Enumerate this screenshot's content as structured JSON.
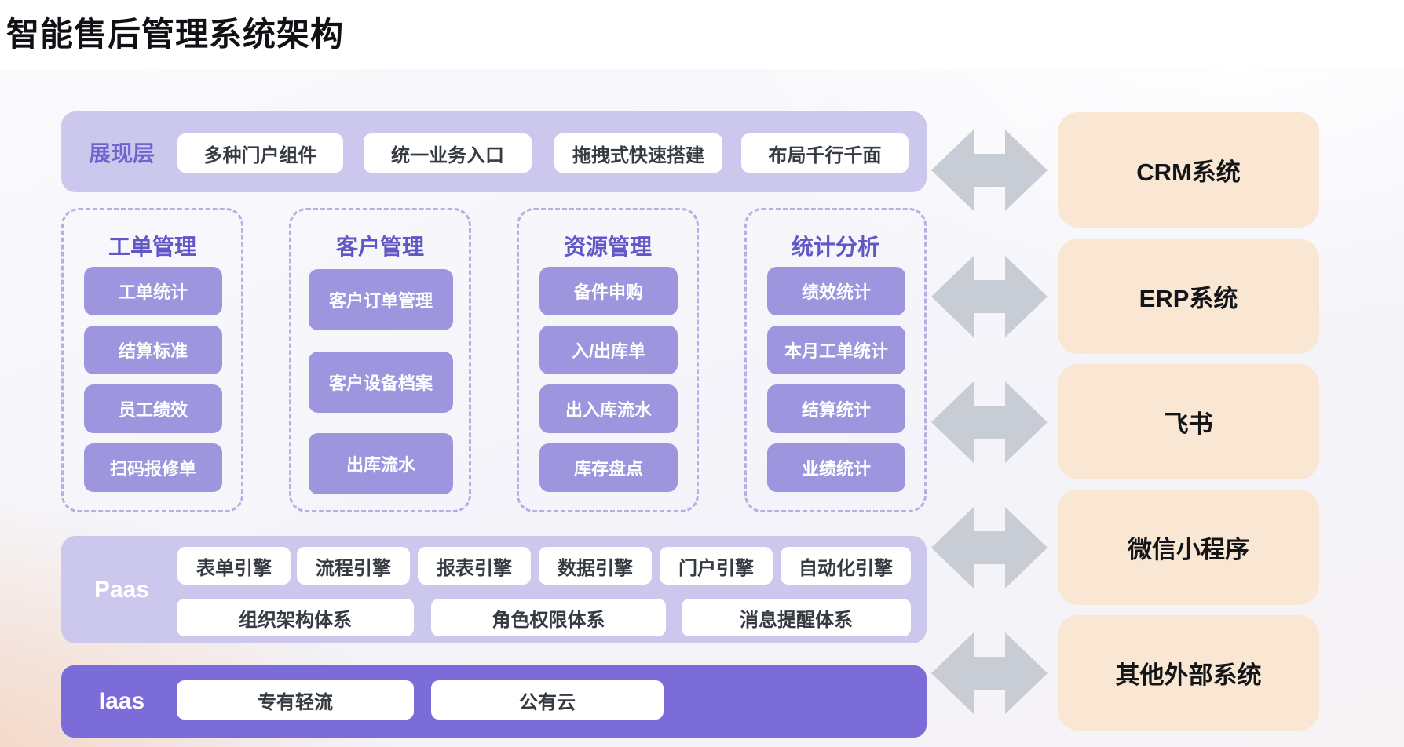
{
  "page": {
    "title": "智能售后管理系统架构"
  },
  "presentation_layer": {
    "label": "展现层",
    "items": [
      "多种门户组件",
      "统一业务入口",
      "拖拽式快速搭建",
      "布局千行千面"
    ]
  },
  "modules": [
    {
      "title": "工单管理",
      "items": [
        "工单统计",
        "结算标准",
        "员工绩效",
        "扫码报修单"
      ]
    },
    {
      "title": "客户管理",
      "items": [
        "客户订单管理",
        "客户设备档案",
        "出库流水"
      ]
    },
    {
      "title": "资源管理",
      "items": [
        "备件申购",
        "入/出库单",
        "出入库流水",
        "库存盘点"
      ]
    },
    {
      "title": "统计分析",
      "items": [
        "绩效统计",
        "本月工单统计",
        "结算统计",
        "业绩统计"
      ]
    }
  ],
  "paas_layer": {
    "label": "Paas",
    "engines": [
      "表单引擎",
      "流程引擎",
      "报表引擎",
      "数据引擎",
      "门户引擎",
      "自动化引擎"
    ],
    "systems": [
      "组织架构体系",
      "角色权限体系",
      "消息提醒体系"
    ]
  },
  "iaas_layer": {
    "label": "Iaas",
    "items": [
      "专有轻流",
      "公有云"
    ]
  },
  "external_systems": [
    "CRM系统",
    "ERP系统",
    "飞书",
    "微信小程序",
    "其他外部系统"
  ],
  "colors": {
    "container_purple": "#CCC7ED",
    "item_purple": "#9D96DE",
    "iaas_purple": "#7B6CDA",
    "accent_text_purple": "#6257C7",
    "external_box_peach": "#F9E6D3",
    "arrow_gray": "#C8CCD5",
    "title_black": "#101114"
  }
}
